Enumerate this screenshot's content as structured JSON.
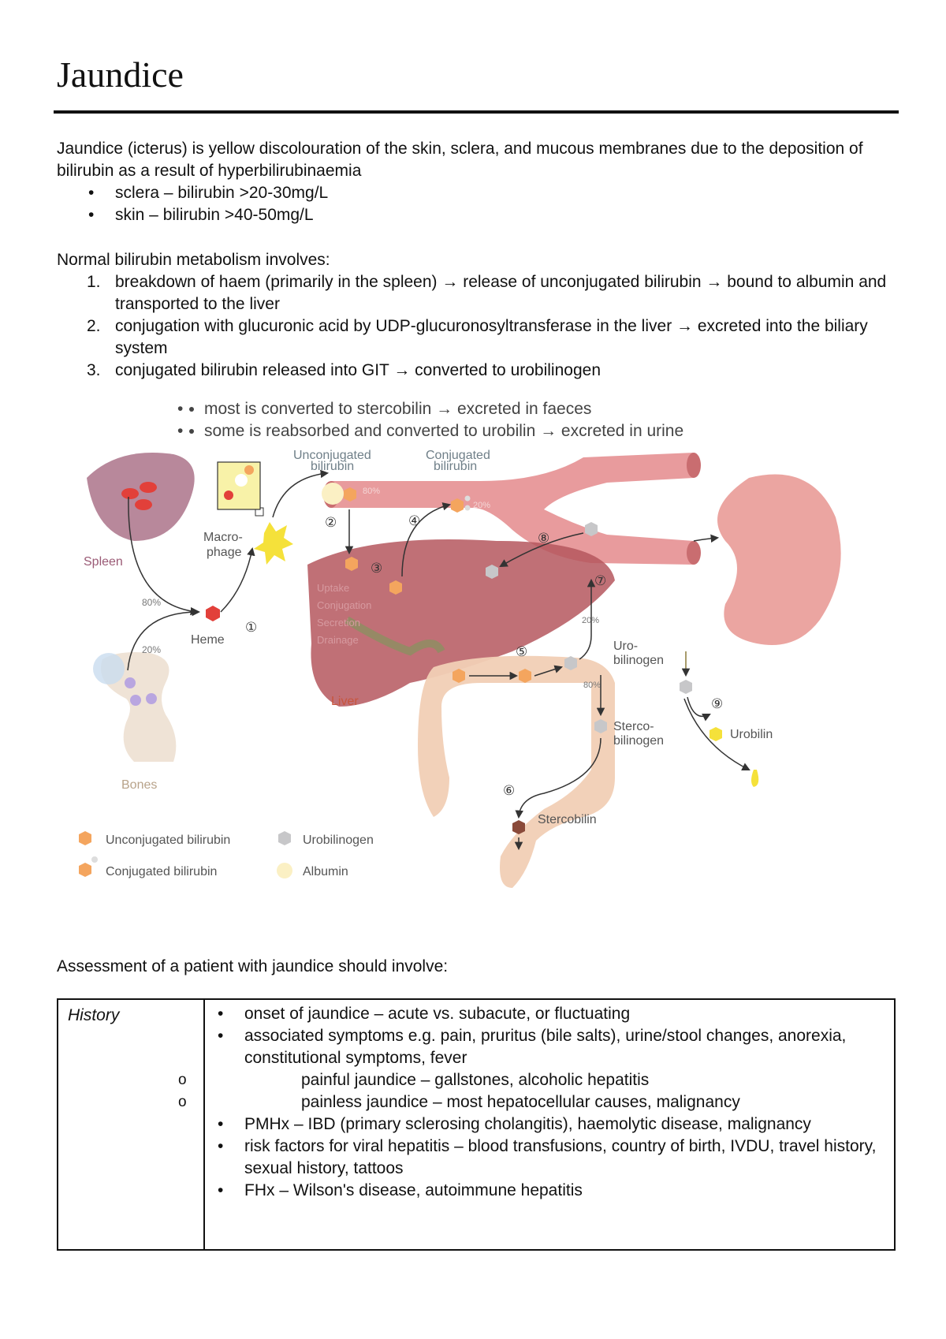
{
  "title": "Jaundice",
  "intro": {
    "text": "Jaundice (icterus) is yellow discolouration of the skin, sclera, and mucous membranes due to the deposition of bilirubin as a result of hyperbilirubinaemia",
    "bullets": [
      "sclera – bilirubin >20-30mg/L",
      "skin – bilirubin >40-50mg/L"
    ]
  },
  "metabolism": {
    "heading": "Normal bilirubin metabolism involves:",
    "steps": [
      {
        "num": "1.",
        "text": "breakdown of haem (primarily in the spleen) → release of unconjugated bilirubin → bound to albumin and transported to the liver"
      },
      {
        "num": "2.",
        "text": "conjugation with glucuronic acid by UDP-glucuronosyltransferase in the liver → excreted into the biliary system"
      },
      {
        "num": "3.",
        "text": "conjugated bilirubin released into GIT → converted to urobilinogen"
      }
    ],
    "substeps": [
      "most is converted to stercobilin → excreted in faeces",
      "some is reabsorbed and converted to urobilin → excreted in urine"
    ]
  },
  "diagram": {
    "labels": {
      "unconj_top": [
        "Unconjugated",
        "bilirubin"
      ],
      "conj_top": [
        "Conjugated",
        "bilirubin"
      ],
      "spleen": "Spleen",
      "macrophage": [
        "Macro-",
        "phage"
      ],
      "heme": "Heme",
      "bones": "Bones",
      "liver": "Liver",
      "liver_steps": [
        "Uptake",
        "Conjugation",
        "Secretion",
        "Drainage"
      ],
      "urobilinogen": [
        "Uro-",
        "bilinogen"
      ],
      "stercobilinogen": [
        "Sterco-",
        "bilinogen"
      ],
      "stercobilin": "Stercobilin",
      "urobilin": "Urobilin",
      "pct_spleen": "80%",
      "pct_bones": "20%",
      "pct_vessel_unconj": "80%",
      "pct_vessel_conj": "20%",
      "pct_reabsorb": "20%",
      "pct_colon": "80%",
      "step_numbers": [
        "①",
        "②",
        "③",
        "④",
        "⑤",
        "⑥",
        "⑦",
        "⑧",
        "⑨"
      ]
    },
    "legend": [
      "Unconjugated bilirubin",
      "Conjugated bilirubin",
      "Urobilinogen",
      "Albumin"
    ],
    "colors": {
      "vessel": "#e48a8c",
      "liver": "#b5575e",
      "spleen": "#a0607a",
      "intestine": "#f1cfb5",
      "kidney": "#e89590",
      "unconjugated": "#f4a55e",
      "albumin": "#fbf0c4",
      "urobilinogen": "#c7c7c9",
      "urobilin": "#f5e13a",
      "stercobilin": "#8a4a3a",
      "heme": "#e2403a"
    }
  },
  "assessment": {
    "heading": "Assessment of a patient with jaundice should involve:",
    "table": {
      "row_header": "History",
      "items": [
        "onset of jaundice – acute vs. subacute, or fluctuating",
        "associated symptoms e.g. pain, pruritus (bile salts), urine/stool changes, anorexia, constitutional symptoms, fever"
      ],
      "subitems": [
        "painful jaundice – gallstones, alcoholic hepatitis",
        "painless jaundice – most hepatocellular causes, malignancy"
      ],
      "items_after": [
        "PMHx – IBD (primary sclerosing cholangitis), haemolytic disease, malignancy",
        "risk factors for viral hepatitis – blood transfusions, country of birth, IVDU, travel history, sexual history, tattoos",
        "FHx – Wilson's disease, autoimmune hepatitis"
      ]
    }
  }
}
